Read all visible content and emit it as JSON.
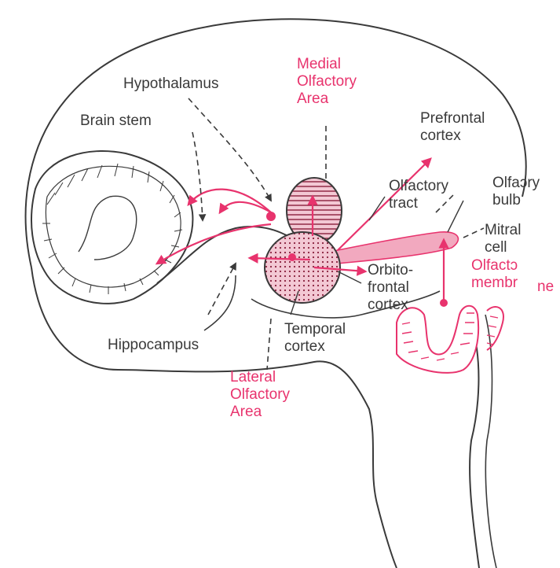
{
  "colors": {
    "ink": "#3a3a3a",
    "accent": "#e8336d",
    "fill": "#d84a72"
  },
  "labels": {
    "hypothalamus": "Hypothalamus",
    "brain_stem": "Brain stem",
    "medial_area": [
      "Medial",
      "Olfactory",
      "Area"
    ],
    "prefrontal": [
      "Prefrontal",
      "cortex"
    ],
    "olfactory_tract": [
      "Olfactory",
      "tract"
    ],
    "olfactory_bulb": [
      "Olfaɔry",
      "bulb"
    ],
    "mitral_cell": [
      "Mitral",
      "cell"
    ],
    "orbitofrontal": [
      "Orbito-",
      "frontal",
      "cortex"
    ],
    "olfactory_membrane": [
      "Olfactɔ",
      "membr"
    ],
    "ne_fragment": "ne",
    "temporal": [
      "Temporal",
      "cortex"
    ],
    "hippocampus": "Hippocampus",
    "lateral_area": [
      "Lateral",
      "Olfactory",
      "Area"
    ]
  }
}
